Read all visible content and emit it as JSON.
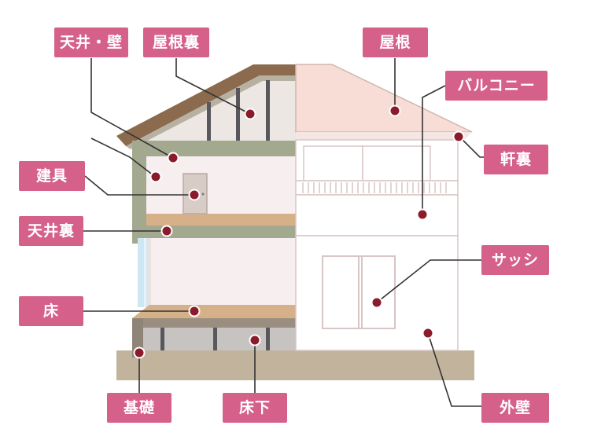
{
  "labels": {
    "tenjou_kabe": "天井・壁",
    "yaneura": "屋根裏",
    "yane": "屋根",
    "balcony": "バルコニー",
    "nokiura": "軒裏",
    "tategu": "建具",
    "tenjouura": "天井裏",
    "sash": "サッシ",
    "yuka": "床",
    "kiso": "基礎",
    "yukashita": "床下",
    "gaiheki": "外壁"
  },
  "colors": {
    "label_bg": "#d5608a",
    "marker": "#8b1a2b",
    "leader_line": "#333333",
    "roof_brown": "#8b6a4e",
    "frame_green": "#a3a98f",
    "interior_pink": "#f7eef0",
    "floor_tan": "#d6b089",
    "roof_pink": "#f8ddd6",
    "ground": "#c2b49c",
    "glass_blue": "#cfe6f4"
  }
}
